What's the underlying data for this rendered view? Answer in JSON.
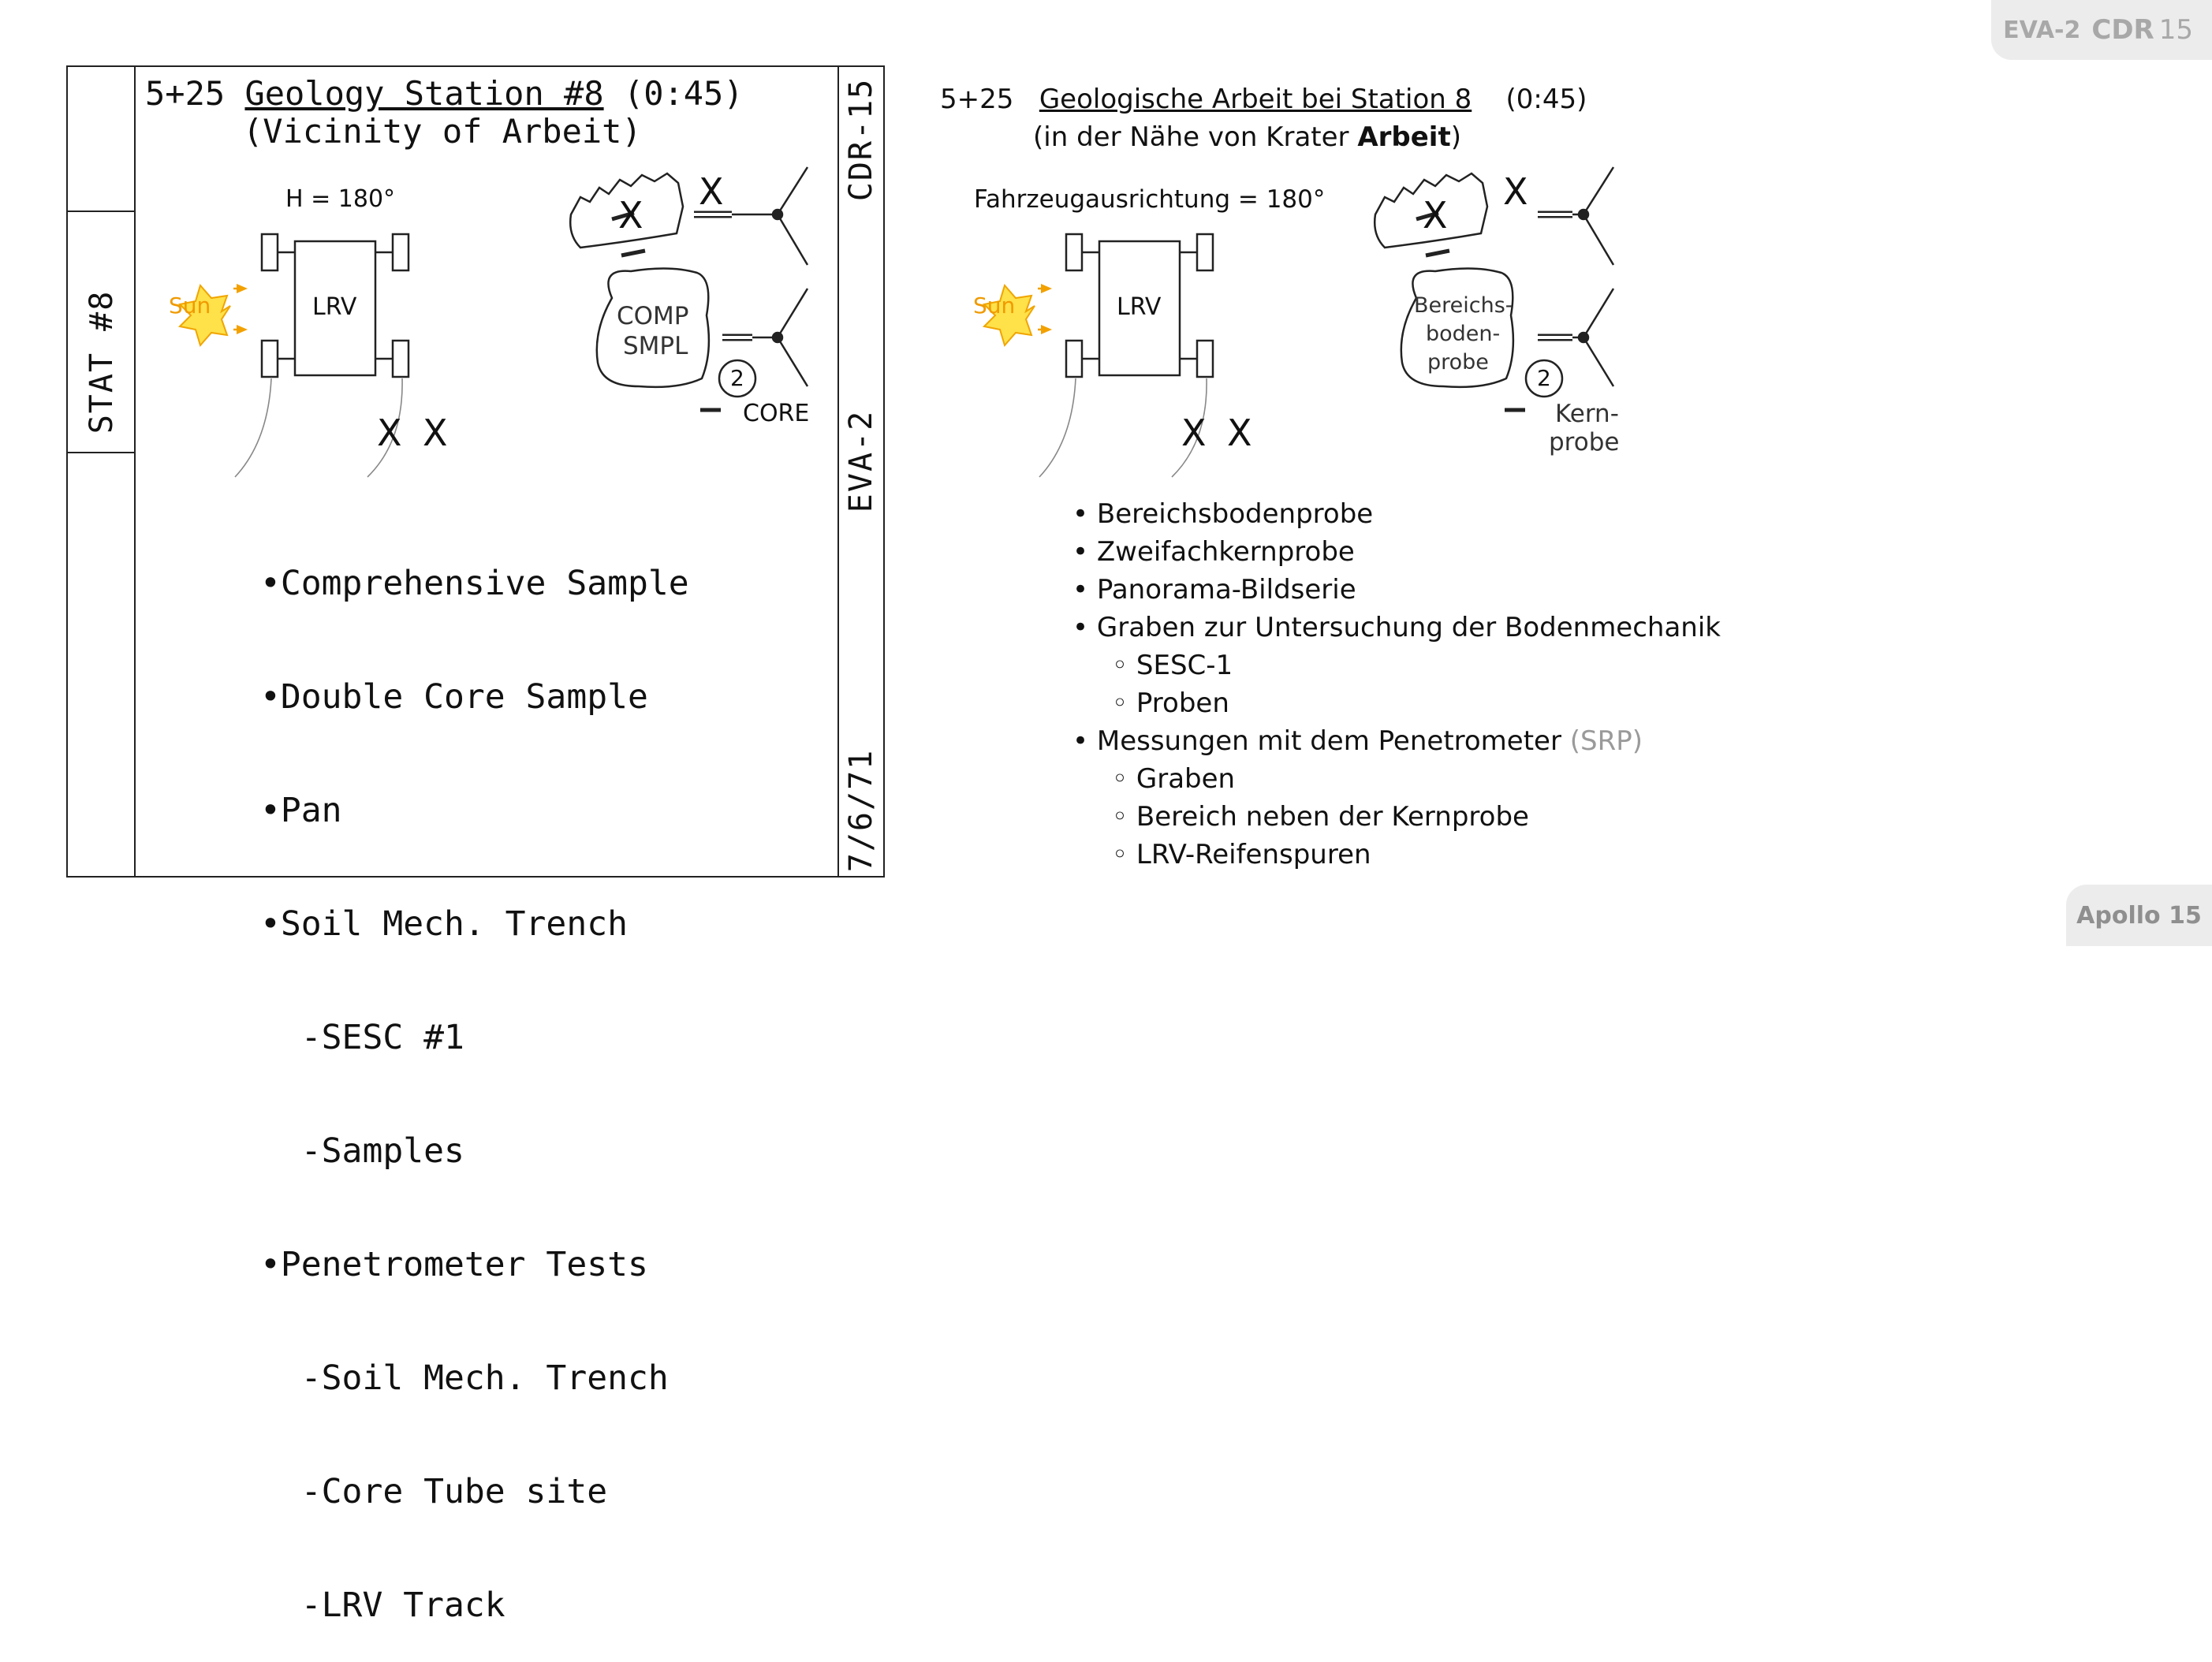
{
  "header": {
    "eva": "EVA-2",
    "cdr": "CDR",
    "page_number": "15"
  },
  "footer": {
    "mission": "Apollo 15"
  },
  "original": {
    "time": "5+25",
    "title": "Geology Station #8",
    "duration": "(0:45)",
    "subtitle": "(Vicinity of Arbeit)",
    "side_label": "STAT #8",
    "right_top": "CDR-15",
    "right_mid": "EVA-2",
    "right_bottom": "7/6/71",
    "heading": "H = 180°",
    "sun": "Sun",
    "lrv": "LRV",
    "comp": "COMP",
    "smpl": "SMPL",
    "core": "CORE",
    "circle_num": "2",
    "x_mark": "X",
    "items": [
      "•Comprehensive Sample",
      "•Double Core Sample",
      "•Pan",
      "•Soil Mech. Trench",
      "  -SESC #1",
      "  -Samples",
      "•Penetrometer Tests",
      "  -Soil Mech. Trench",
      "  -Core Tube site",
      "  -LRV Track"
    ]
  },
  "translation": {
    "time": "5+25",
    "title": "Geologische Arbeit bei Station 8",
    "duration": "(0:45)",
    "subtitle_pre": "(in der Nähe von Krater ",
    "subtitle_bold": "Arbeit",
    "subtitle_post": ")",
    "heading": "Fahrzeugausrichtung = 180°",
    "sun": "Sun",
    "lrv": "LRV",
    "comp_l1": "Bereichs-",
    "comp_l2": "boden-",
    "comp_l3": "probe",
    "core_l1": "Kern-",
    "core_l2": "probe",
    "circle_num": "2",
    "x_mark": "X",
    "items": {
      "i1": "Bereichsbodenprobe",
      "i2": "Zweifachkernprobe",
      "i3": "Panorama-Bildserie",
      "i4": "Graben zur Untersuchung der Bodenmechanik",
      "i4a": "SESC-1",
      "i4b": "Proben",
      "i5": "Messungen mit dem Penetrometer",
      "i5_note": "(SRP)",
      "i5a": "Graben",
      "i5b": "Bereich neben der Kernprobe",
      "i5c": "LRV-Reifenspuren"
    },
    "bullet": "•",
    "sub_bullet": "◦"
  },
  "colors": {
    "sun_fill": "#ffe14a",
    "sun_stroke": "#f0a500",
    "sun_text": "#f09a00",
    "arrow": "#f2a100",
    "tab_bg": "#ececec",
    "tab_text": "#a8a8a8"
  }
}
